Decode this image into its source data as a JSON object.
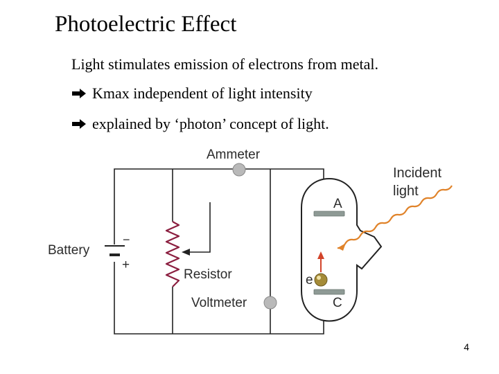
{
  "slide": {
    "title": "Photoelectric Effect",
    "bullets": [
      "Light stimulates emission of electrons from metal.",
      "Kmax independent of light intensity",
      "explained by ‘photon’ concept of light."
    ],
    "page_number": "4"
  },
  "diagram": {
    "labels": {
      "ammeter": "Ammeter",
      "incident_line1": "Incident",
      "incident_line2": "light",
      "anode": "A",
      "battery": "Battery",
      "battery_minus": "−",
      "battery_plus": "+",
      "resistor": "Resistor",
      "electron": "e",
      "cathode": "C",
      "voltmeter": "Voltmeter"
    },
    "colors": {
      "wire": "#222222",
      "light_wave": "#e0832a",
      "electron_arrow": "#d2442a",
      "tube_outline": "#222222",
      "electrode": "#8e9a95",
      "meter": "#b9b9b9"
    }
  }
}
